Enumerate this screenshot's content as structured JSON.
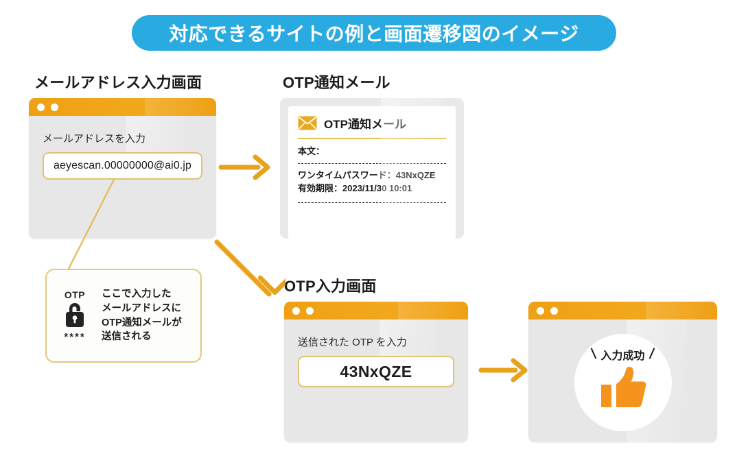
{
  "banner": {
    "title": "対応できるサイトの例と画面遷移図のイメージ",
    "bg_color": "#29ABE2",
    "text_color": "#FFFFFF"
  },
  "headings": {
    "email_screen": "メールアドレス入力画面",
    "otp_mail": "OTP通知メール",
    "otp_input_screen": "OTP入力画面"
  },
  "email_window": {
    "field_label": "メールアドレスを入力",
    "field_value": "aeyescan.00000000@ai0.jp"
  },
  "mail_card": {
    "header_title": "OTP通知メール",
    "body_label": "本文：",
    "line_password": "ワンタイムパスワード：43NxQZE",
    "line_expiry": "有効期限：2023/11/30 10:01"
  },
  "callout": {
    "badge": "OTP",
    "stars": "****",
    "text_line1": "ここで入力した",
    "text_line2": "メールアドレスに",
    "text_line3": "OTP通知メールが",
    "text_line4": "送信される"
  },
  "otp_window": {
    "field_label": "送信された OTP を入力",
    "field_value": "43NxQZE"
  },
  "success_window": {
    "label": "入力成功"
  },
  "icons": {
    "envelope": "envelope-icon",
    "lock": "open-lock-icon",
    "thumbs_up": "thumbs-up-icon",
    "arrow_right": "arrow-right-icon",
    "arrow_diagonal": "arrow-down-right-icon"
  },
  "colors": {
    "accent_orange": "#EFA013",
    "accent_blue": "#29ABE2",
    "thumb_orange": "#F5941D",
    "border_gold": "#DFC277",
    "window_body": "#E7E7E7"
  }
}
